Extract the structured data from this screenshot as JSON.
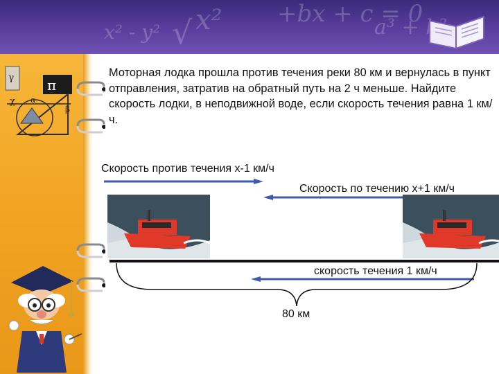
{
  "problem": {
    "text": "Моторная лодка прошла против течения реки 80 км и вернулась в пункт отправления, затратив на обратный путь на 2 ч меньше. Найдите скорость лодки, в неподвижной воде, если скорость течения равна 1 км/ч."
  },
  "labels": {
    "upstream": "Скорость против течения  х-1 км/ч",
    "downstream": "Скорость по течению х+1 км/ч",
    "current": "скорость течения  1 км/ч",
    "distance": "80 км"
  },
  "banner": {
    "formulas": [
      "x²",
      "+bx + c = 0",
      "√",
      "a³ + b²",
      "x² - y²"
    ]
  },
  "geo_symbols": [
    "γ",
    "π",
    "χ",
    "α",
    "β"
  ],
  "colors": {
    "banner": "#4a3490",
    "sidebar": "#f2a524",
    "arrow": "#3f5aa8",
    "boat_hull": "#e0392a",
    "water": "#3b4f5c"
  }
}
